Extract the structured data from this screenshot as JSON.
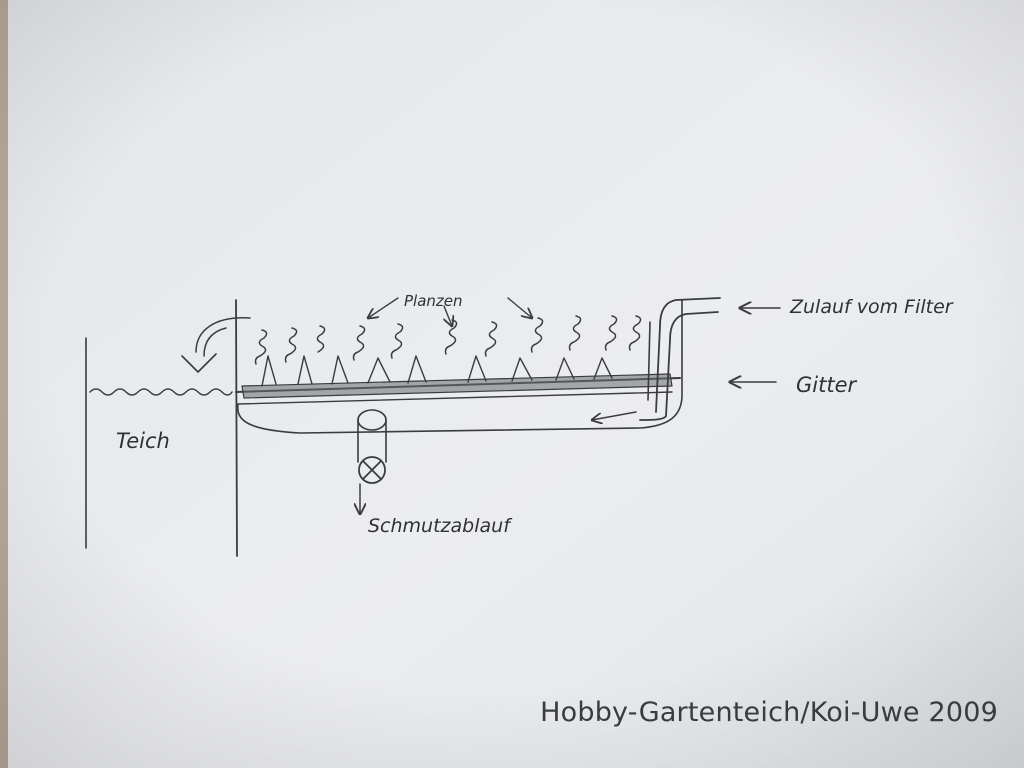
{
  "labels": {
    "pond": "Teich",
    "plants": "Planzen",
    "inflow": "Zulauf vom Filter",
    "grid": "Gitter",
    "drain": "Schmutzablauf"
  },
  "watermark": "Hobby-Gartenteich/Koi-Uwe 2009",
  "colors": {
    "paper": "#e9ebee",
    "pencil": "#3a3c40"
  }
}
